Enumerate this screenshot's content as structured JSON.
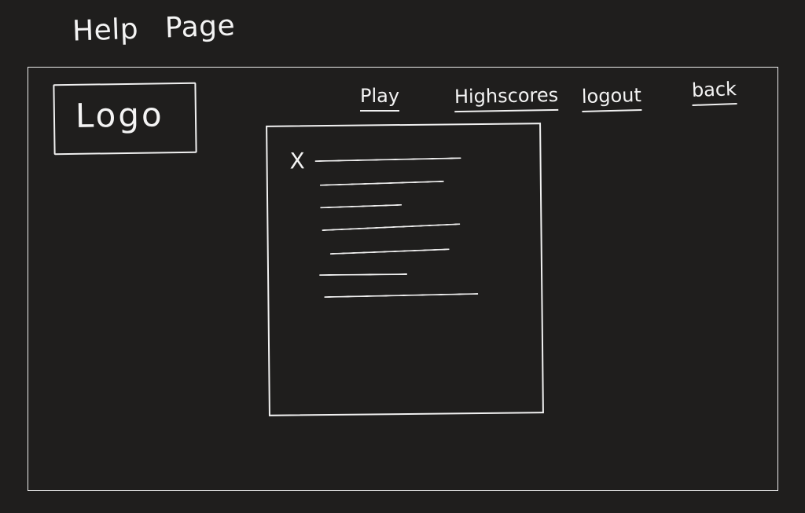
{
  "page": {
    "title": "Help Page"
  },
  "header": {
    "logo_label": "Logo"
  },
  "nav": {
    "play": "Play",
    "highscores": "Highscores",
    "logout": "logout",
    "back": "back"
  },
  "help_panel": {
    "close_label": "X"
  }
}
